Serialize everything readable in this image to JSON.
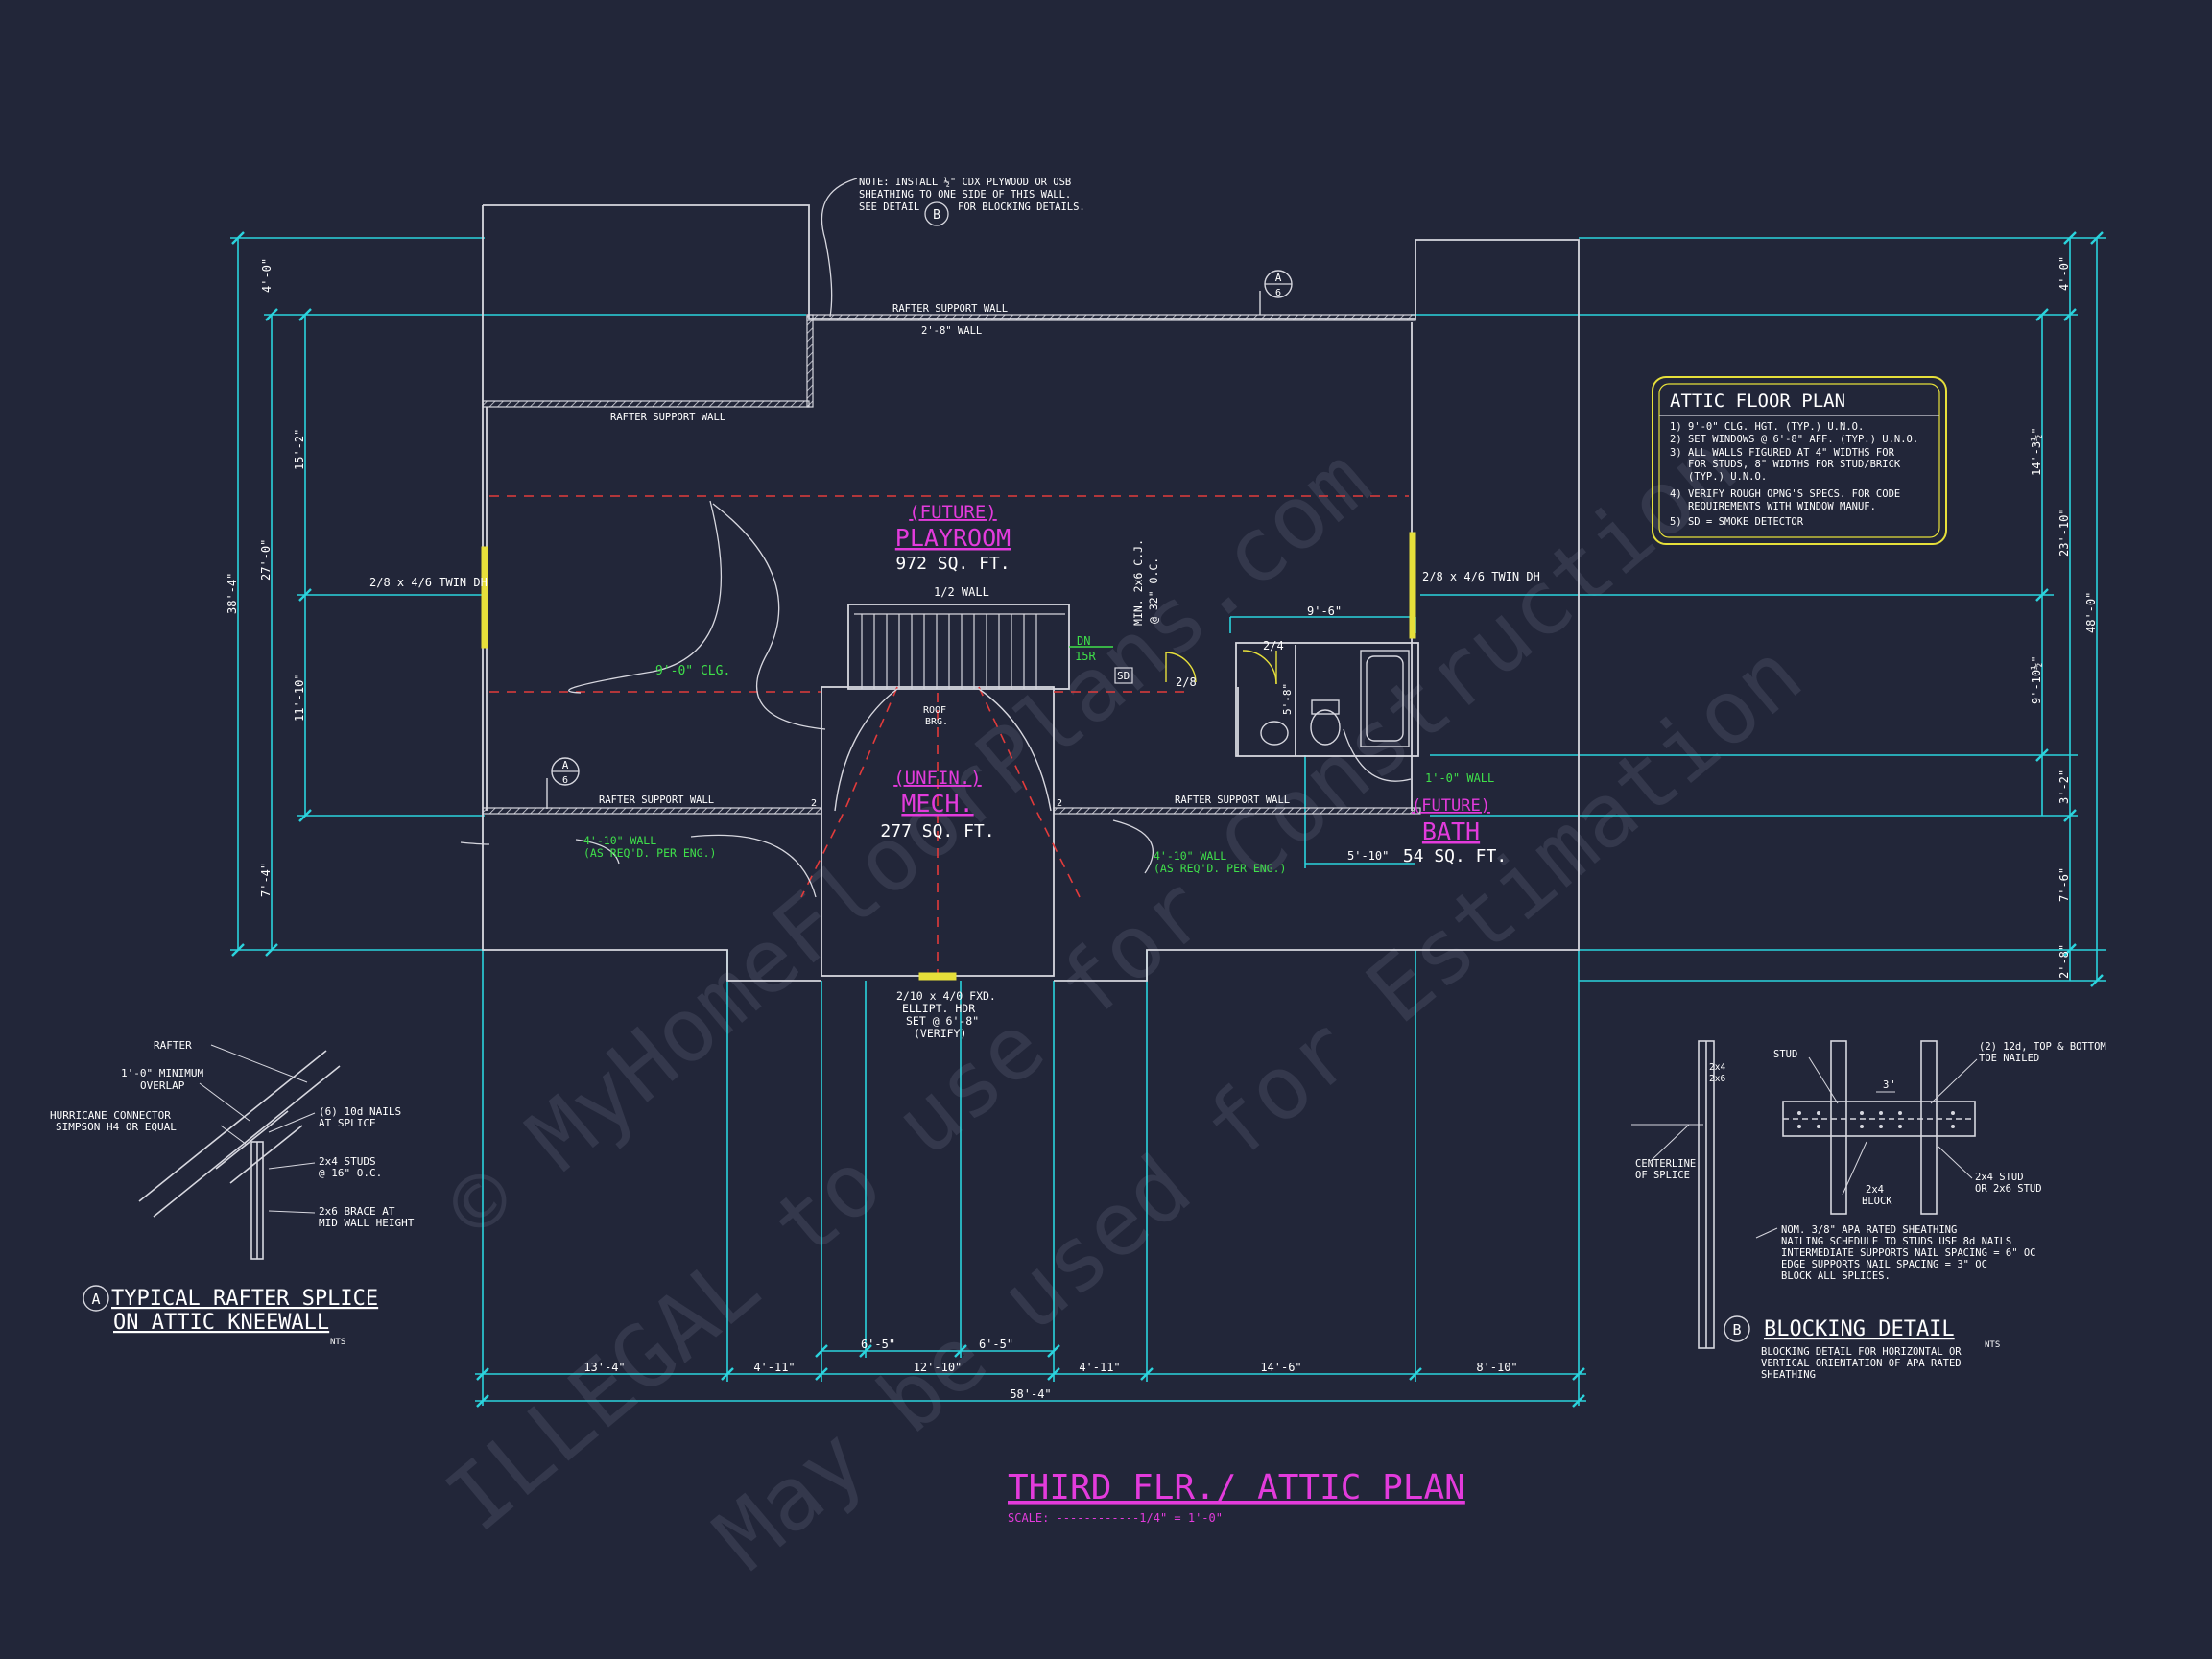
{
  "colors": {
    "background": "#222639",
    "wall": "#d7d7df",
    "dimension": "#2bd3dd",
    "label": "#ffffff",
    "room_name": "#e33bdc",
    "green_note": "#3fe04a",
    "red_dash": "#e23b3b",
    "yellow": "#e6df3a",
    "watermark": "#9096ad"
  },
  "title": {
    "main": "THIRD FLR./ ATTIC PLAN",
    "scale": "SCALE: ------------1/4\" = 1'-0\""
  },
  "rooms": {
    "playroom": {
      "tag": "(FUTURE)",
      "name": "PLAYROOM",
      "area": "972 SQ. FT."
    },
    "mech": {
      "tag": "(UNFIN.)",
      "name": "MECH.",
      "area": "277 SQ. FT."
    },
    "bath": {
      "tag": "(FUTURE)",
      "name": "BATH",
      "area": "54 SQ. FT."
    }
  },
  "labels": {
    "top_note_1": "NOTE: INSTALL ½\" CDX PLYWOOD OR OSB",
    "top_note_2": "SHEATHING TO ONE SIDE OF THIS WALL.",
    "top_note_3a": "SEE DETAIL",
    "top_note_3b": "FOR BLOCKING DETAILS.",
    "top_note_bubble": "B",
    "rafter_top": "RAFTER SUPPORT WALL",
    "wall_2_8": "2'-8\" WALL",
    "rafter_left_top": "RAFTER SUPPORT WALL",
    "window_left": "2/8 x 4/6 TWIN DH",
    "window_right": "2/8 x 4/6 TWIN DH",
    "half_wall": "1/2 WALL",
    "dn": "DN",
    "dn_count": "15R",
    "clg": "9'-0\" CLG.",
    "min_cj_1": "MIN. 2x6 C.J.",
    "min_cj_2": "@ 32\" O.C.",
    "roof_brg_1": "ROOF",
    "roof_brg_2": "BRG.",
    "sd": "SD",
    "door_28": "2/8",
    "door_24": "2/4",
    "dim_9_6": "9'-6\"",
    "dim_5_8": "5'-8\"",
    "wall_1_0": "1'-0\" WALL",
    "rafter_bottom_left": "RAFTER SUPPORT WALL",
    "rafter_bottom_right": "RAFTER SUPPORT WALL",
    "wall_4_10_left_1": "4'-10\" WALL",
    "wall_4_10_left_2": "(AS REQ'D. PER ENG.)",
    "wall_4_10_right_1": "4'-10\" WALL",
    "wall_4_10_right_2": "(AS REQ'D. PER ENG.)",
    "dim_5_10": "5'-10\"",
    "two_l": "2",
    "two_r": "2",
    "window_bottom_1": "2/10 x 4/0 FXD.",
    "window_bottom_2": "ELLIPT. HDR",
    "window_bottom_3": "SET @ 6'-8\"",
    "window_bottom_4": "(VERIFY)",
    "section_a": "A",
    "section_num": "6"
  },
  "dims_left": [
    "4'-0\"",
    "15'-2\"",
    "38'-4\"",
    "27'-0\"",
    "11'-10\"",
    "7'-4\""
  ],
  "dims_right": [
    "4'-0\"",
    "14'-3½\"",
    "23'-10\"",
    "9'-10½\"",
    "48'-0\"",
    "3'-2\"",
    "7'-6\"",
    "2'-8\""
  ],
  "dims_bottom": [
    "13'-4\"",
    "4'-11\"",
    "6'-5\"",
    "12'-10\"",
    "6'-5\"",
    "4'-11\"",
    "14'-6\"",
    "8'-10\"",
    "58'-4\""
  ],
  "notes_box": {
    "title": "ATTIC FLOOR PLAN",
    "lines": [
      "1) 9'-0\" CLG. HGT. (TYP.) U.N.O.",
      "2) SET WINDOWS @ 6'-8\" AFF. (TYP.) U.N.O.",
      "3) ALL WALLS FIGURED AT 4\" WIDTHS FOR",
      "   FOR STUDS, 8\" WIDTHS FOR STUD/BRICK",
      "   (TYP.) U.N.O.",
      "4) VERIFY ROUGH OPNG'S SPECS. FOR CODE",
      "   REQUIREMENTS WITH WINDOW MANUF.",
      "5) SD = SMOKE DETECTOR"
    ]
  },
  "detail_a": {
    "bubble": "A",
    "title_1": "TYPICAL RAFTER SPLICE",
    "title_2": "ON ATTIC KNEEWALL",
    "nts": "NTS",
    "rafter": "RAFTER",
    "overlap_1": "1'-0\" MINIMUM",
    "overlap_2": "OVERLAP",
    "hurricane_1": "HURRICANE CONNECTOR",
    "hurricane_2": "SIMPSON H4 OR EQUAL",
    "nails_1": "(6) 10d NAILS",
    "nails_2": "AT SPLICE",
    "studs_1": "2x4 STUDS",
    "studs_2": "@ 16\" O.C.",
    "brace_1": "2x6 BRACE AT",
    "brace_2": "MID WALL HEIGHT"
  },
  "detail_b": {
    "bubble": "B",
    "title": "BLOCKING DETAIL",
    "nts": "NTS",
    "stud": "STUD",
    "nails_1": "(2) 12d, TOP & BOTTOM",
    "nails_2": "TOE NAILED",
    "three_in": "3\"",
    "side_2x4": "2x4",
    "side_2x6": "2x6",
    "centerline_1": "CENTERLINE",
    "centerline_2": "OF SPLICE",
    "block_1": "2x4",
    "block_2": "BLOCK",
    "stud_r_1": "2x4 STUD",
    "stud_r_2": "OR 2x6 STUD",
    "sheath_1": "NOM. 3/8\" APA RATED SHEATHING",
    "sheath_2": "NAILING SCHEDULE TO STUDS USE 8d NAILS",
    "sheath_3": "INTERMEDIATE SUPPORTS NAIL SPACING = 6\" OC",
    "sheath_4": "EDGE SUPPORTS NAIL SPACING = 3\" OC",
    "sheath_5": "BLOCK ALL SPLICES.",
    "caption_1": "BLOCKING DETAIL FOR HORIZONTAL OR",
    "caption_2": "VERTICAL ORIENTATION OF APA RATED",
    "caption_3": "SHEATHING"
  },
  "watermark": {
    "line_1": "© MyHomeFloorPlans.com",
    "line_2": "ILLEGAL to use for Construction",
    "line_3": "May be used for Estimation"
  }
}
